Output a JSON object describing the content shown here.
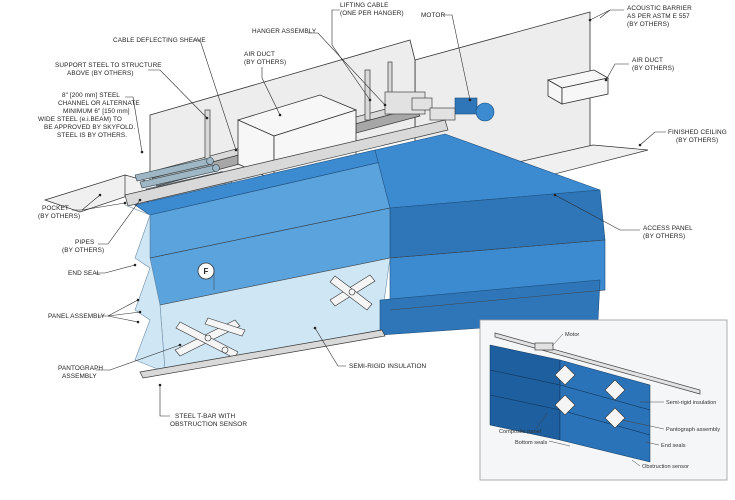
{
  "labels": {
    "lifting_cable": [
      "LIFTING CABLE",
      "(ONE PER HANGER)"
    ],
    "motor": [
      "MOTOR"
    ],
    "acoustic_barrier": [
      "ACOUSTIC BARRIER",
      "AS PER ASTM E 557",
      "(BY OTHERS)"
    ],
    "cable_deflecting_sheave": [
      "CABLE DEFLECTING SHEAVE"
    ],
    "hanger_assembly": [
      "HANGER ASSEMBLY"
    ],
    "air_duct_left": [
      "AIR DUCT",
      "(BY OTHERS)"
    ],
    "air_duct_right": [
      "AIR DUCT",
      "(BY OTHERS)"
    ],
    "support_steel": [
      "SUPPORT STEEL TO STRUCTURE",
      "ABOVE (BY OTHERS)"
    ],
    "steel_channel": [
      "8\" [200 mm] STEEL",
      "CHANNEL OR ALTERNATE",
      "MINIMUM 6\" [150 mm]",
      "WIDE STEEL (e.i.BEAM) TO",
      "BE APPROVED BY SKYFOLD.",
      "STEEL IS BY OTHERS."
    ],
    "finished_ceiling": [
      "FINISHED CEILING",
      "(BY OTHERS)"
    ],
    "pocket": [
      "POCKET",
      "(BY OTHERS)"
    ],
    "pipes": [
      "PIPES",
      "(BY OTHERS)"
    ],
    "access_panel": [
      "ACCESS PANEL",
      "(BY OTHERS)"
    ],
    "end_seal": [
      "END SEAL"
    ],
    "panel_assembly": [
      "PANEL ASSEMBLY"
    ],
    "pantograph_assembly": [
      "PANTOGRAPH",
      "ASSEMBLY"
    ],
    "semi_rigid_insulation": [
      "SEMI-RIGID INSULATION"
    ],
    "steel_tbar": [
      "STEEL T-BAR WITH",
      "OBSTRUCTION SENSOR"
    ]
  },
  "badge": "F",
  "inset": {
    "motor": "Motor",
    "semi_rigid_insulation": "Semi-rigid insulation",
    "pantograph_assembly": "Pantograph assembly",
    "composite_panel": "Composite panel",
    "end_seals": "End seals",
    "bottom_seals": "Bottom seals",
    "obstruction_sensor": "Obstruction sensor"
  },
  "colors": {
    "panel_blue": "#3c8bd0",
    "panel_dark": "#2f76b9",
    "panel_light": "#cfe6f5",
    "inset_blue": "#1e5fa0"
  }
}
